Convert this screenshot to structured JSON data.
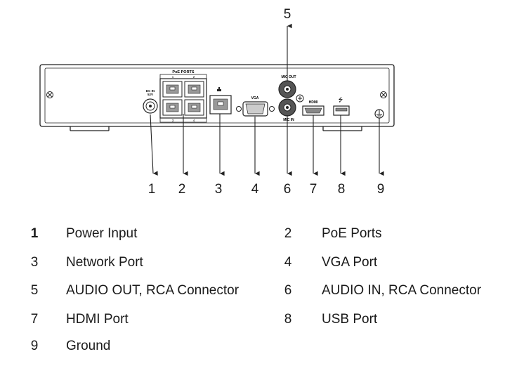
{
  "panel": {
    "labels": {
      "poe_ports": "PoE PORTS",
      "poe_top_1": "1",
      "poe_top_2": "2",
      "poe_bottom_3": "3",
      "poe_bottom_4": "4",
      "dc_in": "DC IN",
      "dc_in_2": "52V",
      "vga": "VGA",
      "mic_out": "MIC OUT",
      "mic_in": "MIC IN",
      "hdmi": "HDMI",
      "usb_symbol": "⭍"
    }
  },
  "callouts": [
    "1",
    "2",
    "3",
    "4",
    "6",
    "7",
    "8",
    "9"
  ],
  "top_callout": "5",
  "legend": [
    {
      "num": "1",
      "text": "Power Input"
    },
    {
      "num": "2",
      "text": "PoE Ports"
    },
    {
      "num": "3",
      "text": "Network Port"
    },
    {
      "num": "4",
      "text": "VGA Port"
    },
    {
      "num": "5",
      "text": "AUDIO OUT, RCA Connector"
    },
    {
      "num": "6",
      "text": "AUDIO IN, RCA Connector"
    },
    {
      "num": "7",
      "text": "HDMI Port"
    },
    {
      "num": "8",
      "text": "USB Port"
    },
    {
      "num": "9",
      "text": "Ground"
    }
  ]
}
